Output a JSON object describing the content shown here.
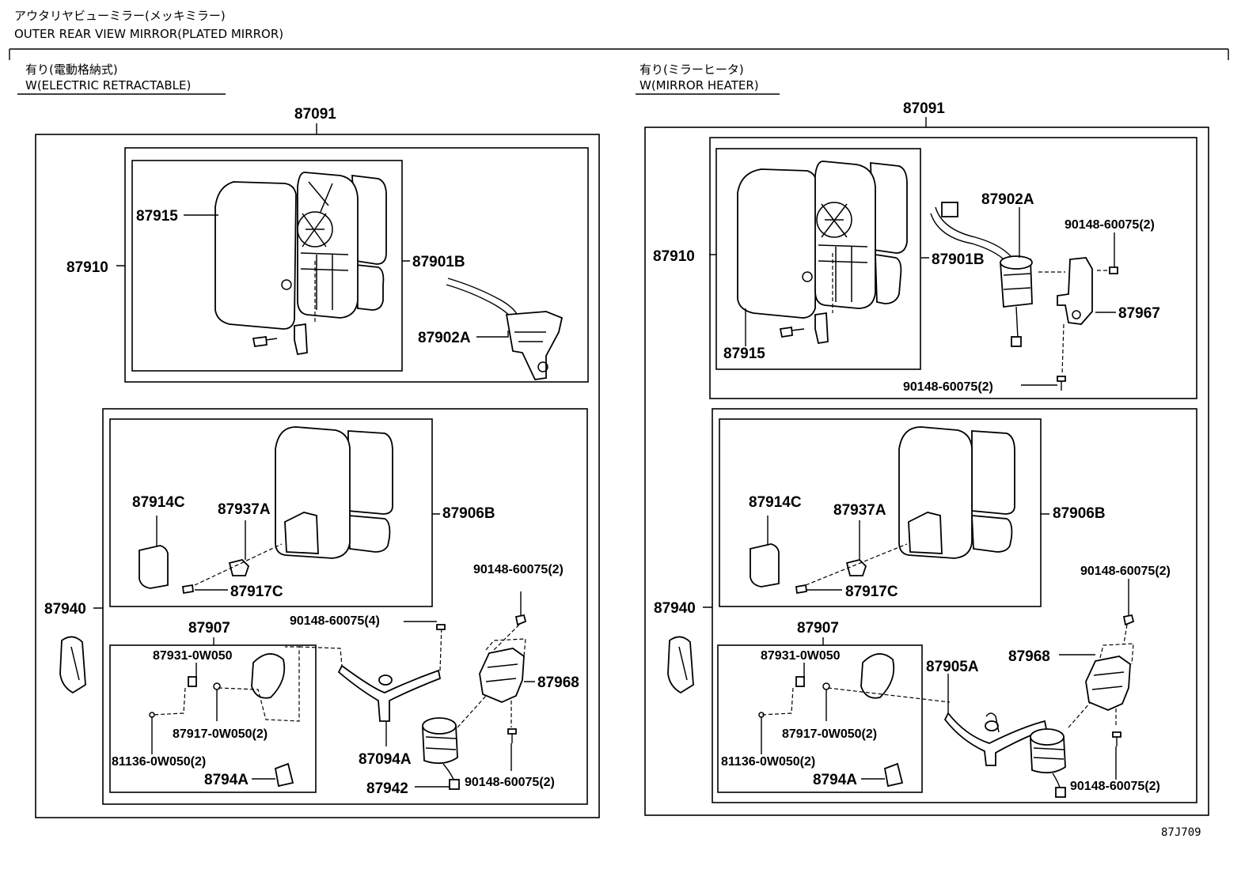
{
  "header": {
    "title_jp": "アウタリヤビューミラー(メッキミラー)",
    "title_en": "OUTER REAR VIEW MIRROR(PLATED MIRROR)"
  },
  "left": {
    "cond_jp": "有り(電動格納式)",
    "cond_en": "W(ELECTRIC RETRACTABLE)",
    "labels": {
      "assy": "87091",
      "mirror_sub": "87910",
      "mirror_glass": "87915",
      "housing": "87901B",
      "motor": "87902A",
      "outer_box": "87940",
      "cover": "87914C",
      "part_37a": "87937A",
      "housing_outer": "87906B",
      "screw_17c": "87917C",
      "sub_07": "87907",
      "p_87931": "87931-0W050",
      "p_87917": "87917-0W050(2)",
      "p_81136": "81136-0W050(2)",
      "p_8794a": "8794A",
      "bolt_4": "90148-60075(4)",
      "bolt_2a": "90148-60075(2)",
      "bolt_2b": "90148-60075(2)",
      "p_87968": "87968",
      "p_87094a": "87094A",
      "p_87942": "87942"
    }
  },
  "right": {
    "cond_jp": "有り(ミラーヒータ)",
    "cond_en": "W(MIRROR HEATER)",
    "labels": {
      "assy": "87091",
      "mirror_sub": "87910",
      "housing": "87901B",
      "mirror_glass": "87915",
      "motor": "87902A",
      "bolt_top": "90148-60075(2)",
      "bracket": "87967",
      "bolt_mid": "90148-60075(2)",
      "outer_box": "87940",
      "cover": "87914C",
      "part_37a": "87937A",
      "housing_outer": "87906B",
      "screw_17c": "87917C",
      "bolt_2a": "90148-60075(2)",
      "sub_07": "87907",
      "p_87931": "87931-0W050",
      "p_87905a": "87905A",
      "p_87968": "87968",
      "p_87917": "87917-0W050(2)",
      "p_81136": "81136-0W050(2)",
      "p_8794a": "8794A",
      "bolt_2b": "90148-60075(2)"
    }
  },
  "footer": {
    "code": "87J709"
  }
}
